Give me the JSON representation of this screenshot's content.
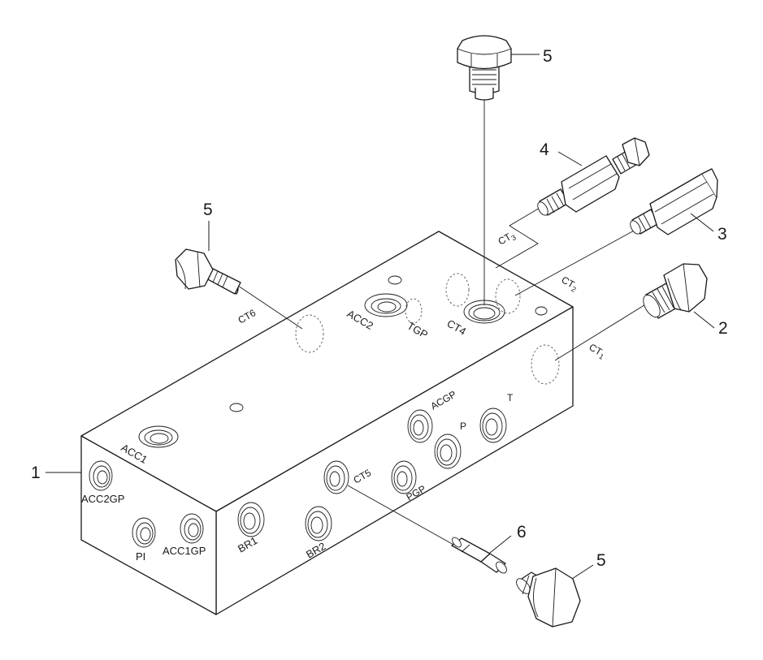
{
  "callouts": {
    "block": "1",
    "plug_ct1": "2",
    "valve_ct2": "3",
    "valve_ct3": "4",
    "plug_ct4": "5",
    "plug_ct6": "5",
    "plug_ct5": "5",
    "pin_ct5": "6"
  },
  "ports": {
    "acc2gp": "ACC2GP",
    "pi": "PI",
    "acc1gp": "ACC1GP",
    "acc1": "ACC1",
    "acc2": "ACC2",
    "tgp": "TGP",
    "ct4": "CT4",
    "ct6": "CT6",
    "ct3_main": "CT",
    "ct3_sub": "3",
    "ct2_main": "CT",
    "ct2_sub": "2",
    "ct1_main": "CT",
    "ct1_sub": "1",
    "br1": "BR1",
    "br2": "BR2",
    "ct5": "CT5",
    "pgp": "PGP",
    "accgp": "ACGP",
    "p": "P",
    "t": "T"
  }
}
